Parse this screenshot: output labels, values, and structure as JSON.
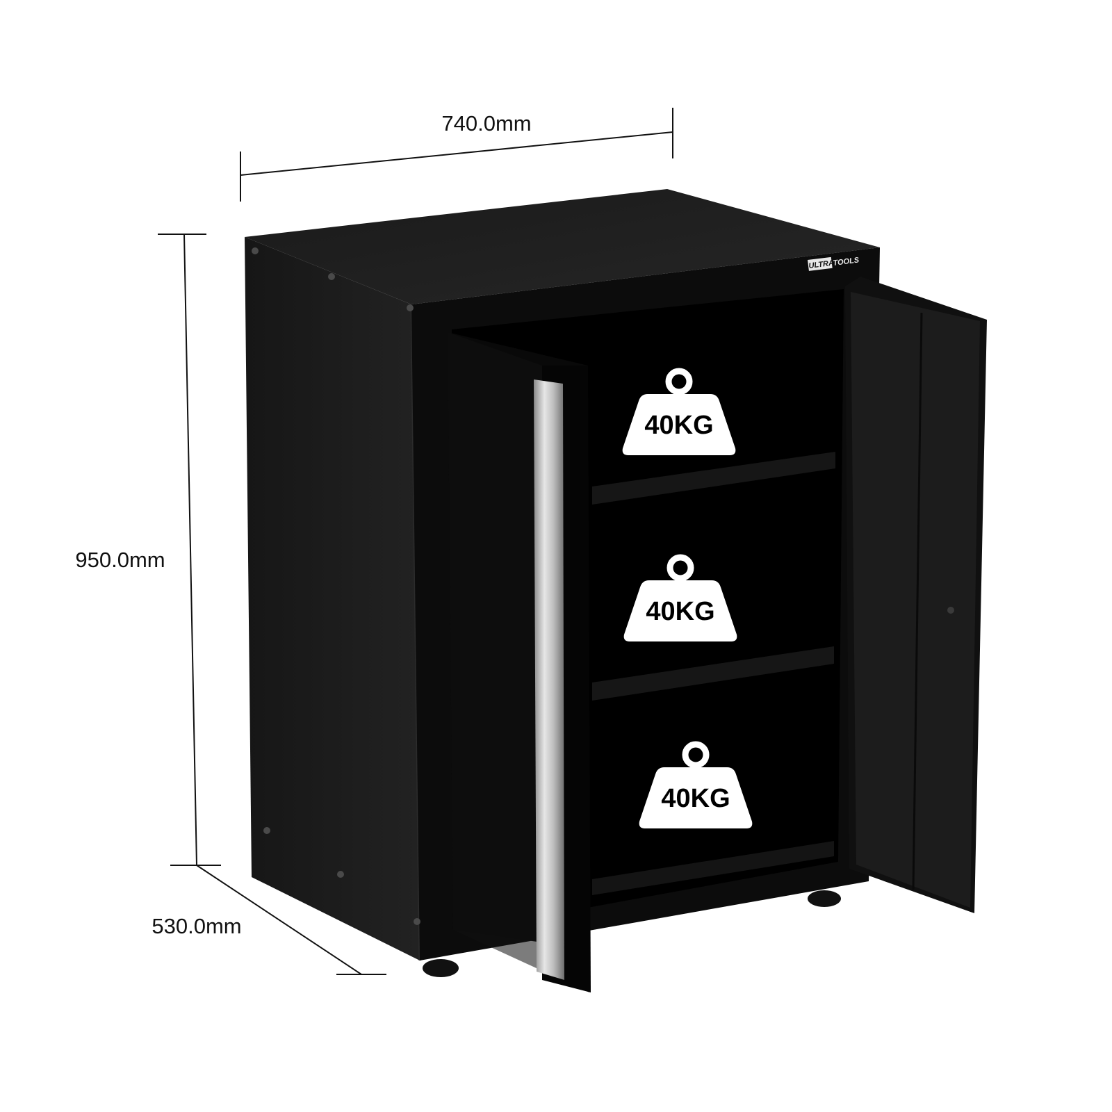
{
  "dimensions": {
    "width": "740.0mm",
    "height": "950.0mm",
    "depth": "530.0mm"
  },
  "brand": {
    "part1": "ULTRA",
    "part2": "TOOLS"
  },
  "shelves": [
    {
      "capacity": "40KG"
    },
    {
      "capacity": "40KG"
    },
    {
      "capacity": "40KG"
    }
  ],
  "icons": {
    "weight": "weight-icon",
    "dimension_line": "dimension-line"
  },
  "colors": {
    "cabinet_body": "#0f0f0f",
    "cabinet_side": "#1b1b1b",
    "interior": "#000000",
    "handle": "#c4c4c4",
    "weight_icon": "#ffffff"
  }
}
